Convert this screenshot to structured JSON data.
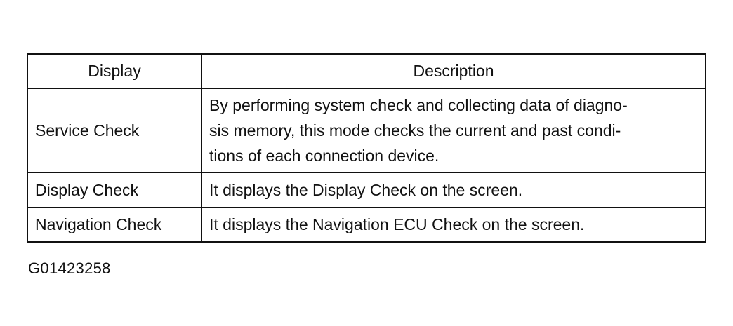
{
  "table": {
    "headers": {
      "display": "Display",
      "description": "Description"
    },
    "rows": [
      {
        "display": "Service Check",
        "description_lines": [
          "By performing system check and collecting data of diagno-",
          "sis memory, this mode checks the current and past condi-",
          "tions of each connection device."
        ]
      },
      {
        "display": "Display Check",
        "description": "It displays the Display Check on the screen."
      },
      {
        "display": "Navigation Check",
        "description": "It displays the Navigation ECU Check on the screen."
      }
    ]
  },
  "figure_code": "G01423258"
}
